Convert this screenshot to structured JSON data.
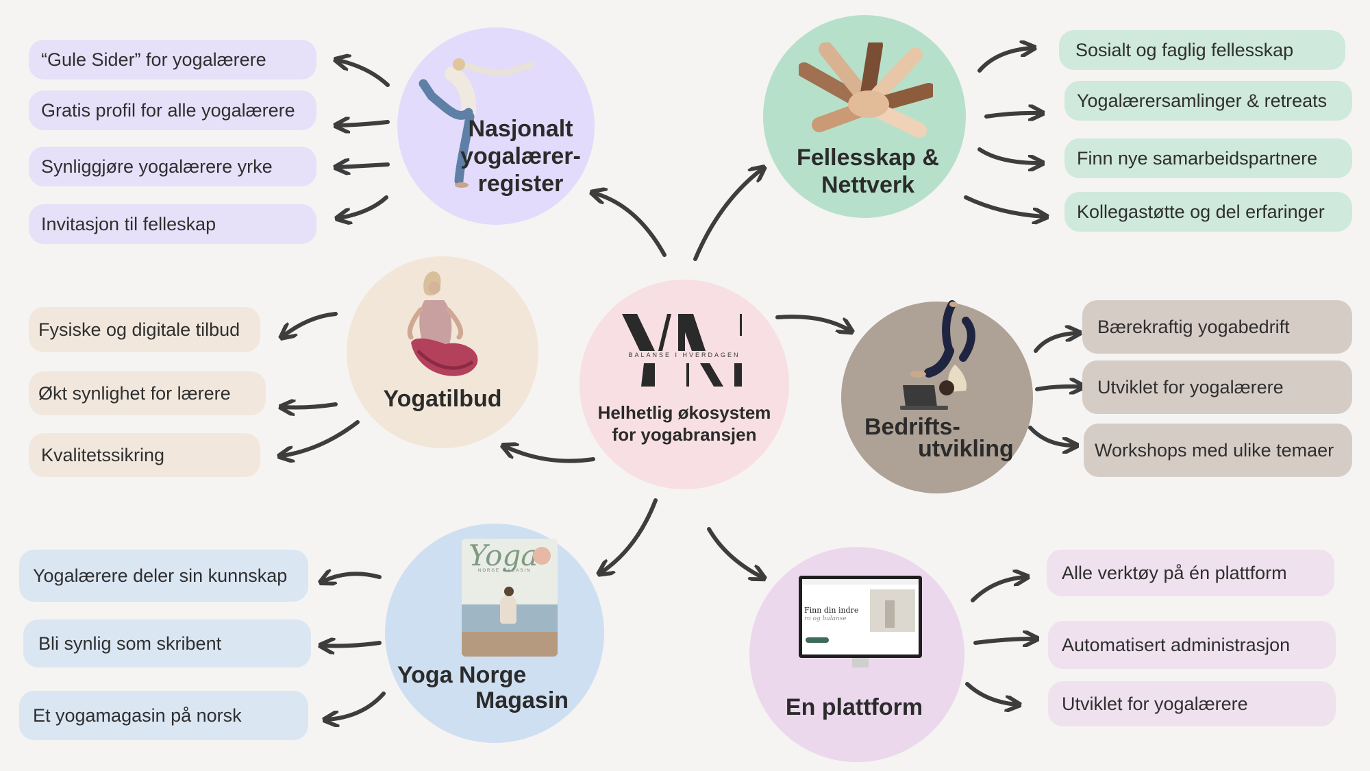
{
  "center": {
    "logo_text": "BALANSE I HVERDAGEN",
    "title_line1": "Helhetlig økosystem",
    "title_line2": "for yogabransjen"
  },
  "nodes": {
    "register": {
      "title_lines": [
        "Nasjonalt",
        "yogalærer-",
        "register"
      ],
      "items": [
        "“Gule Sider” for yogalærere",
        "Gratis profil for alle yogalærere",
        "Synliggjøre yogalærere yrke",
        "Invitasjon til felleskap"
      ]
    },
    "fellesskap": {
      "title_lines": [
        "Fellesskap &",
        "Nettverk"
      ],
      "items": [
        "Sosialt og faglig fellesskap",
        "Yogalærersamlinger & retreats",
        "Finn nye samarbeidspartnere",
        "Kollegastøtte og del erfaringer"
      ]
    },
    "yogatilbud": {
      "title": "Yogatilbud",
      "items": [
        "Fysiske og digitale tilbud",
        "Økt synlighet for lærere",
        "Kvalitetssikring"
      ]
    },
    "bedrift": {
      "title_lines": [
        "Bedrifts-",
        "utvikling"
      ],
      "items": [
        "Bærekraftig yogabedrift",
        "Utviklet for yogalærere",
        "Workshops med ulike temaer"
      ]
    },
    "magasin": {
      "title_lines": [
        "Yoga Norge",
        "Magasin"
      ],
      "cover_title": "Yoga",
      "cover_subtitle": "NORGE MAGASIN",
      "items": [
        "Yogalærere deler sin kunnskap",
        "Bli synlig som skribent",
        "Et yogamagasin på norsk"
      ]
    },
    "plattform": {
      "title": "En plattform",
      "screen_text_1": "Finn din indre",
      "screen_text_2": "ro og balanse",
      "items": [
        "Alle verktøy på én plattform",
        "Automatisert administrasjon",
        "Utviklet for yogalærere"
      ]
    }
  },
  "colors": {
    "purple": "#e3dbfb",
    "green": "#b7e0cb",
    "beige": "#f1e6d8",
    "taupe": "#aea196",
    "blue": "#cfdff2",
    "pink": "#ecd8ec",
    "center": "#f7dfe3",
    "arrow": "#3d3d3d"
  }
}
